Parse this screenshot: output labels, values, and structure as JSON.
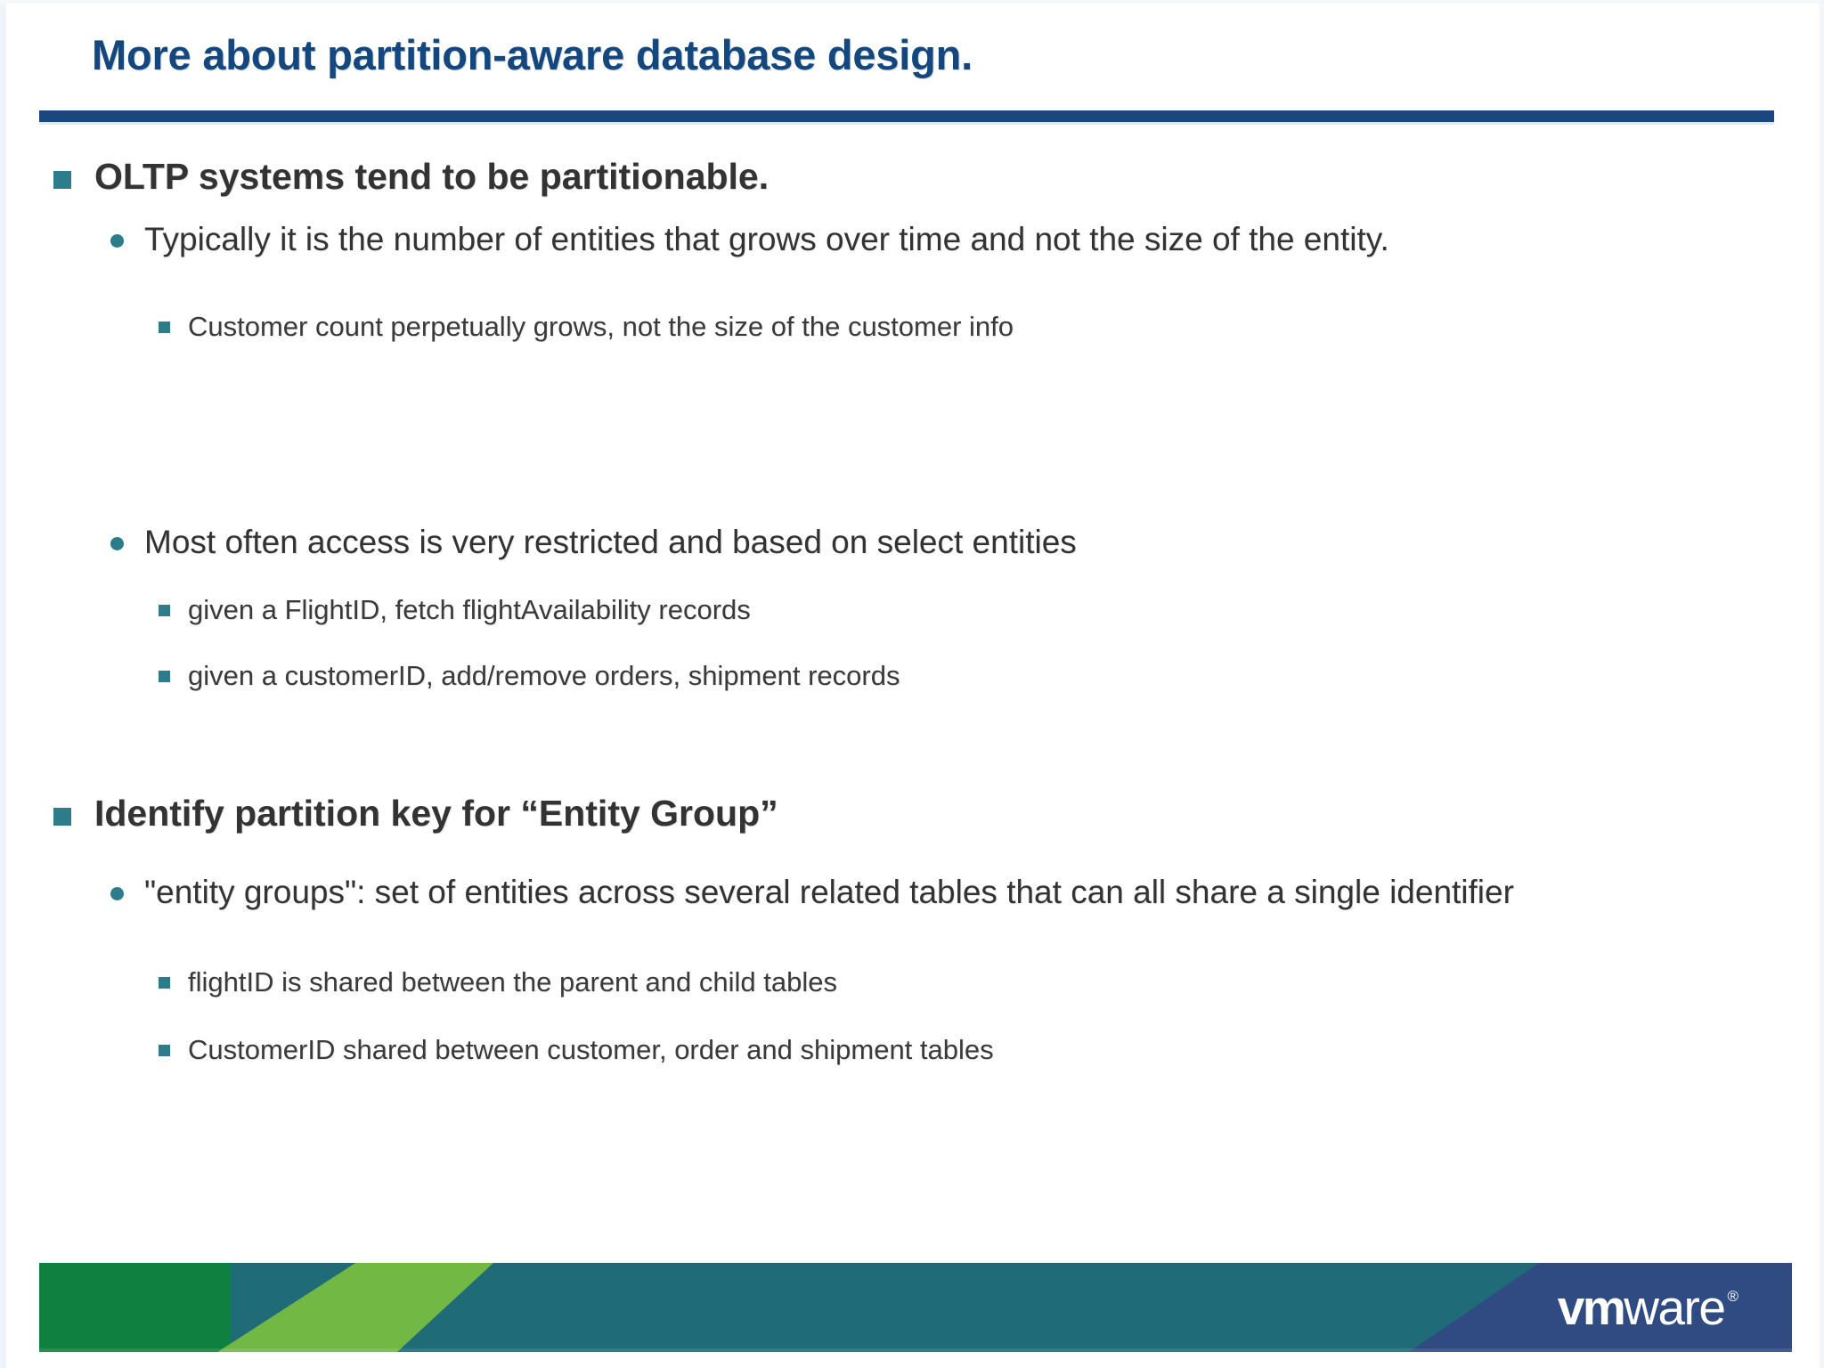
{
  "slide": {
    "title": "More about partition-aware database design.",
    "accent_navy": "#14477D",
    "rule_navy": "#18487E",
    "bullet_teal": "#2C7C8C",
    "body_text_color": "#333333",
    "background": "#FFFFFF"
  },
  "content": [
    {
      "level": 1,
      "text": "OLTP systems tend to be partitionable.",
      "marker": "square-bullet"
    },
    {
      "level": 2,
      "text": "Typically it is the number of entities that grows over time and not the size of the entity.",
      "marker": "round-bullet"
    },
    {
      "level": 3,
      "text": "Customer count perpetually grows, not the size of the customer info",
      "marker": "small-square-bullet"
    },
    {
      "level": 2,
      "text": "Most often access is very restricted and based on select entities",
      "marker": "round-bullet"
    },
    {
      "level": 3,
      "text": "given a FlightID, fetch flightAvailability records",
      "marker": "small-square-bullet"
    },
    {
      "level": 3,
      "text": "given a customerID, add/remove orders, shipment records",
      "marker": "small-square-bullet"
    },
    {
      "level": 1,
      "text": "Identify partition key for “Entity Group”",
      "marker": "square-bullet"
    },
    {
      "level": 2,
      "text": "\"entity groups\": set of entities across several related tables that can all share a single identifier",
      "marker": "round-bullet"
    },
    {
      "level": 3,
      "text": "flightID is shared between the parent and child tables",
      "marker": "small-square-bullet"
    },
    {
      "level": 3,
      "text": "CustomerID shared between customer, order and shipment tables",
      "marker": "small-square-bullet"
    }
  ],
  "footer": {
    "logo_primary": "vm",
    "logo_secondary": "ware",
    "logo_trademark": "®",
    "colors": {
      "dark_green": "#108040",
      "light_green": "#72B844",
      "teal": "#1F6B78",
      "navy": "#2F4B82"
    }
  }
}
